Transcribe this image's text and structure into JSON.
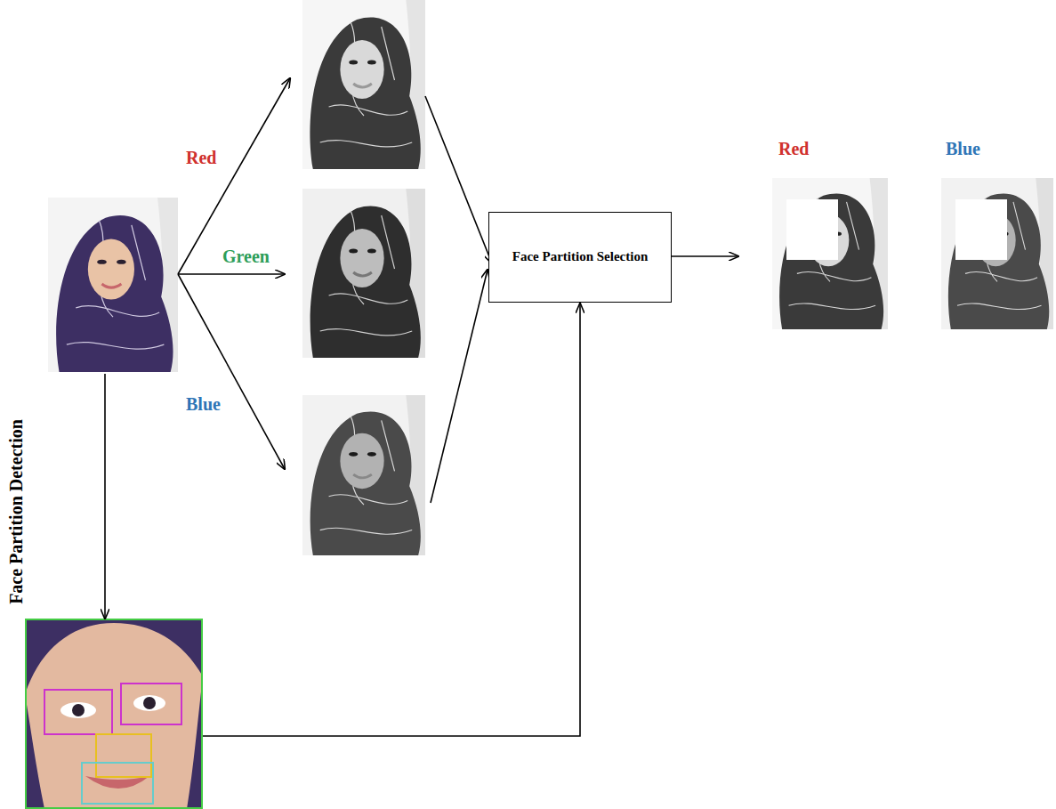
{
  "diagram": {
    "nodes": [
      {
        "text": [
          "Face Partition Selection"
        ]
      }
    ],
    "edges": [],
    "labels": [
      "Red",
      "Green",
      "Blue",
      "Red",
      "Blue",
      "Face Partition Detection"
    ]
  }
}
